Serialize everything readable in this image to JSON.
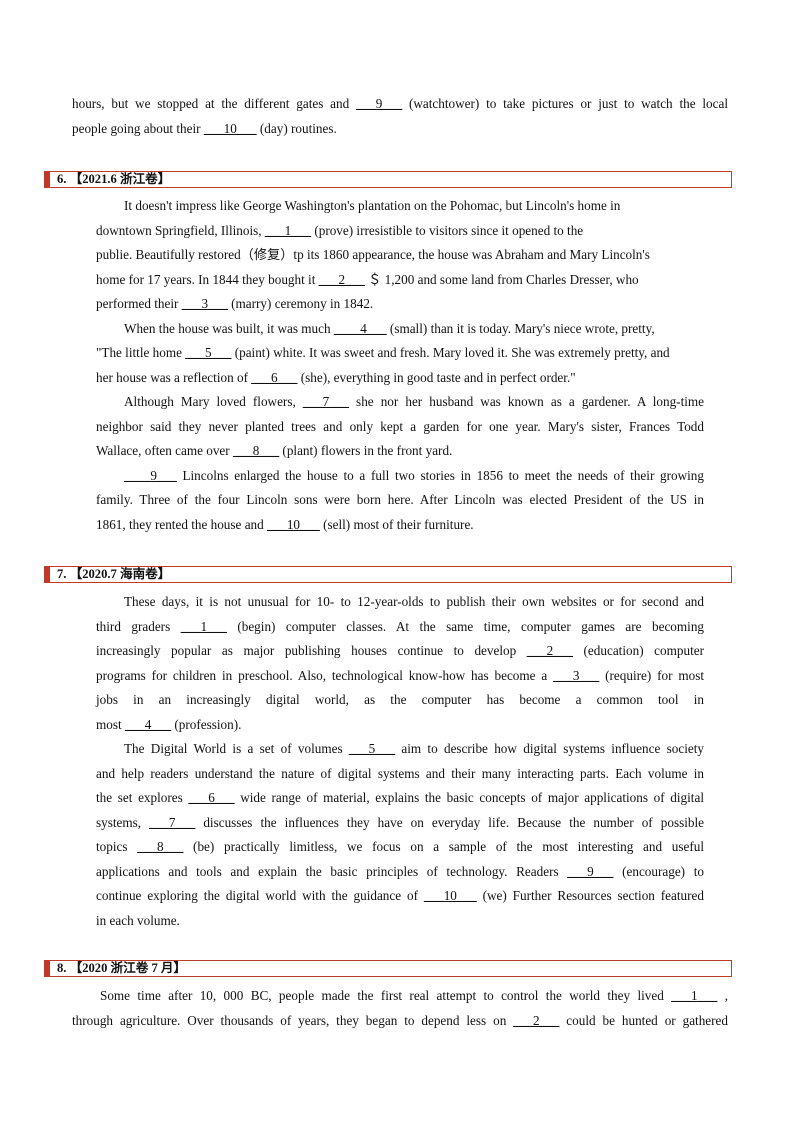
{
  "top_section": {
    "line1": [
      "hours, but we stopped at the different gates and ",
      "___9___",
      " (watchtower) to take pictures or just to watch the local"
    ],
    "line2": [
      "people going about their ",
      "___10___",
      " (day) routines."
    ]
  },
  "sections": [
    {
      "title": "6. 【2021.6 浙江卷】"
    },
    {
      "title": "7. 【2020.7 海南卷】"
    },
    {
      "title": "8. 【2020 浙江卷 7 月】"
    }
  ],
  "s6": {
    "p1": [
      "It doesn't impress like George Washington's plantation on the Pohomac, but Lincoln's home in",
      [
        "downtown Springfield, Illinois, ",
        "___1___",
        " (prove) irresistible to visitors since it opened to the"
      ],
      "publie. Beautifully restored（修复）tp its 1860 appearance, the house was Abraham and Mary Lincoln's",
      [
        "home for 17 years. In 1844 they bought it ",
        "___2___",
        " ＄ 1,200 and some land from Charles Dresser, who"
      ],
      [
        "performed their ",
        "___3___",
        " (marry) ceremony in 1842."
      ]
    ],
    "p2": [
      [
        "When the house was built, it was much ",
        "____4___",
        " (small) than it is today. Mary's niece wrote, pretty,"
      ],
      [
        "\"The little home ",
        "___5___",
        " (paint) white. It was sweet and fresh. Mary loved it. She was extremely pretty, and"
      ],
      [
        "her house was a reflection of ",
        "___6___",
        " (she), everything in good taste and in perfect order.\""
      ]
    ],
    "p3": [
      [
        "Although Mary loved flowers, ",
        "___7___",
        " she nor her husband was known as a gardener. A long-time"
      ],
      "neighbor said they never planted trees and only kept a garden for one year. Mary's sister, Frances Todd",
      [
        "Wallace, often came over ",
        "___8___",
        " (plant) flowers in the front yard."
      ]
    ],
    "p4": [
      [
        "",
        "____9___",
        " Lincolns enlarged the house to a full two stories in 1856 to meet the needs of their growing"
      ],
      "family. Three of the four Lincoln sons were born here. After Lincoln was elected President of the US in",
      [
        "1861, they rented the house and ",
        "___10___",
        " (sell) most of their furniture."
      ]
    ]
  },
  "s7": {
    "p1": [
      "These days, it is not unusual for 10- to 12-year-olds to publish their own websites or for second and",
      [
        "third graders ",
        "___1___",
        " (begin) computer classes. At the same time, computer games are becoming"
      ],
      [
        "increasingly popular as major publishing houses continue to develop ",
        "___2___",
        " (education) computer"
      ],
      [
        "programs for children in preschool. Also, technological know-how has become a ",
        "___3___",
        " (require) for most"
      ],
      "jobs in an increasingly digital world, as the computer has become a common tool in",
      [
        "most ",
        "___4___",
        " (profession)."
      ]
    ],
    "p2": [
      [
        "The Digital World is a set of volumes ",
        "___5___",
        " aim to describe how digital systems influence society"
      ],
      "and help readers understand the nature of digital systems and their many interacting parts. Each volume in",
      [
        "the set explores ",
        "___6___",
        " wide range of material, explains the basic concepts of major applications of digital"
      ],
      [
        "systems, ",
        "___7___",
        " discusses the influences they have on everyday life. Because the number of possible"
      ],
      [
        "topics ",
        "___8___",
        " (be) practically limitless, we focus on a sample of the most interesting and useful"
      ],
      [
        "applications and tools and explain the basic principles of technology. Readers ",
        "___9___",
        " (encourage) to"
      ],
      [
        "continue exploring the digital world with the guidance of ",
        "___10___",
        " (we) Further Resources section featured"
      ],
      "in each volume."
    ]
  },
  "s8": {
    "p1": [
      [
        "Some time after 10, 000 BC, people made the first real attempt to control the world they lived ",
        "___1___",
        " ,"
      ],
      [
        "through agriculture. Over thousands of years, they began to depend less on ",
        "___2___",
        " could be hunted or gathered"
      ]
    ]
  }
}
